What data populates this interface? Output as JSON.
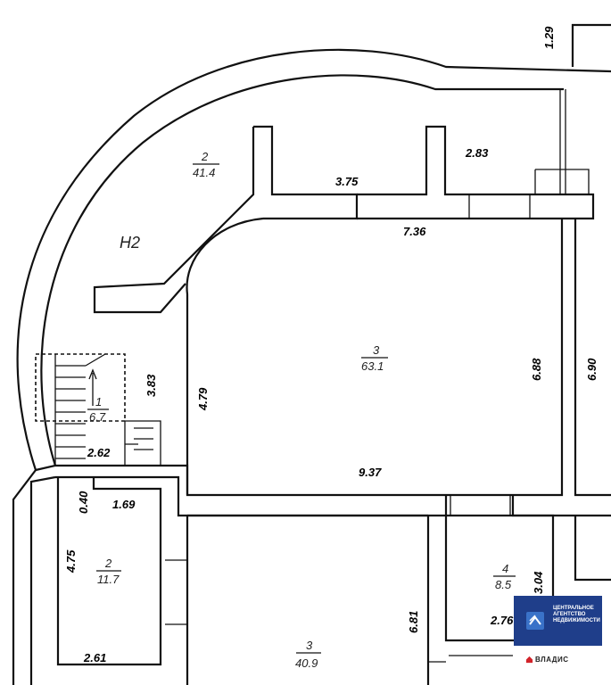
{
  "plan": {
    "dimensions": [
      {
        "id": "d-1-29",
        "text": "1.29"
      },
      {
        "id": "d-2-83",
        "text": "2.83"
      },
      {
        "id": "d-3-75",
        "text": "3.75"
      },
      {
        "id": "d-7-36",
        "text": "7.36"
      },
      {
        "id": "d-3-83",
        "text": "3.83"
      },
      {
        "id": "d-4-79",
        "text": "4.79"
      },
      {
        "id": "d-6-88",
        "text": "6.88"
      },
      {
        "id": "d-6-90",
        "text": "6.90"
      },
      {
        "id": "d-2-62",
        "text": "2.62"
      },
      {
        "id": "d-9-37",
        "text": "9.37"
      },
      {
        "id": "d-0-40",
        "text": "0.40"
      },
      {
        "id": "d-1-69",
        "text": "1.69"
      },
      {
        "id": "d-4-75",
        "text": "4.75"
      },
      {
        "id": "d-3-04",
        "text": "3.04"
      },
      {
        "id": "d-2-76",
        "text": "2.76"
      },
      {
        "id": "d-6-81",
        "text": "6.81"
      },
      {
        "id": "d-2-61",
        "text": "2.61"
      }
    ],
    "rooms": [
      {
        "id": "room-2-top",
        "number": "2",
        "area": "41.4"
      },
      {
        "id": "room-3-main",
        "number": "3",
        "area": "63.1"
      },
      {
        "id": "room-1-stair",
        "number": "1",
        "area": "6.7"
      },
      {
        "id": "room-2-left",
        "number": "2",
        "area": "11.7"
      },
      {
        "id": "room-4",
        "number": "4",
        "area": "8.5"
      },
      {
        "id": "room-3-bottom",
        "number": "3",
        "area": "40.9"
      }
    ],
    "marker": "Н2"
  },
  "logo": {
    "line1": "ЦЕНТРАЛЬНОЕ",
    "line2": "АГЕНТСТВО",
    "line3": "НЕДВИЖИМОСТИ",
    "brand": "ВЛАДИС",
    "color": "#1f3e8a"
  }
}
